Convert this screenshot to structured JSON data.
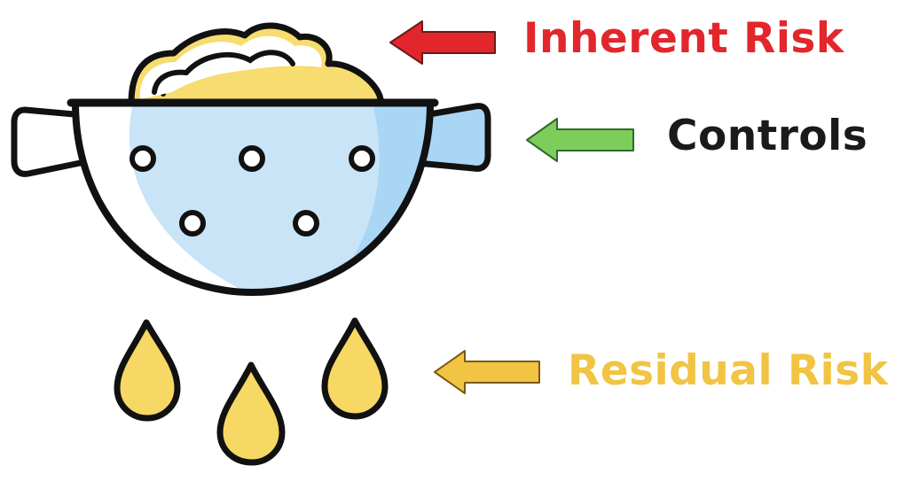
{
  "labels": {
    "inherent_risk": {
      "text": "Inherent Risk",
      "color": "#e3262b"
    },
    "controls": {
      "text": "Controls",
      "color": "#1a1a1a"
    },
    "residual_risk": {
      "text": "Residual Risk",
      "color": "#f2c444"
    }
  },
  "arrows": {
    "inherent_risk": {
      "color": "#e3262b",
      "direction": "left"
    },
    "controls": {
      "color": "#7dcd5a",
      "direction": "left"
    },
    "residual_risk": {
      "color": "#f2c444",
      "direction": "left"
    }
  },
  "colander": {
    "bowl_color": "#c9e4f7",
    "rim_color": "#ffffff",
    "handle_left_color": "#ffffff",
    "handle_right_color": "#a9d6f4",
    "contents_color": "#f7dc6f",
    "outline_color": "#111111"
  },
  "drops": {
    "color": "#f7d865",
    "count": 3
  }
}
